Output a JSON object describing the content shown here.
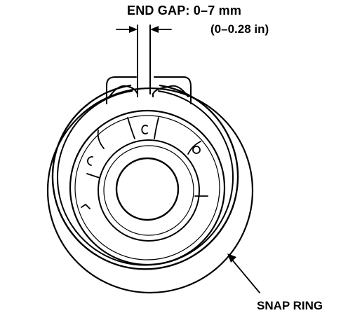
{
  "labels": {
    "end_gap": "END GAP: 0–7 mm",
    "end_gap_inch": "(0–0.28 in)",
    "snap_ring": "SNAP RING"
  }
}
